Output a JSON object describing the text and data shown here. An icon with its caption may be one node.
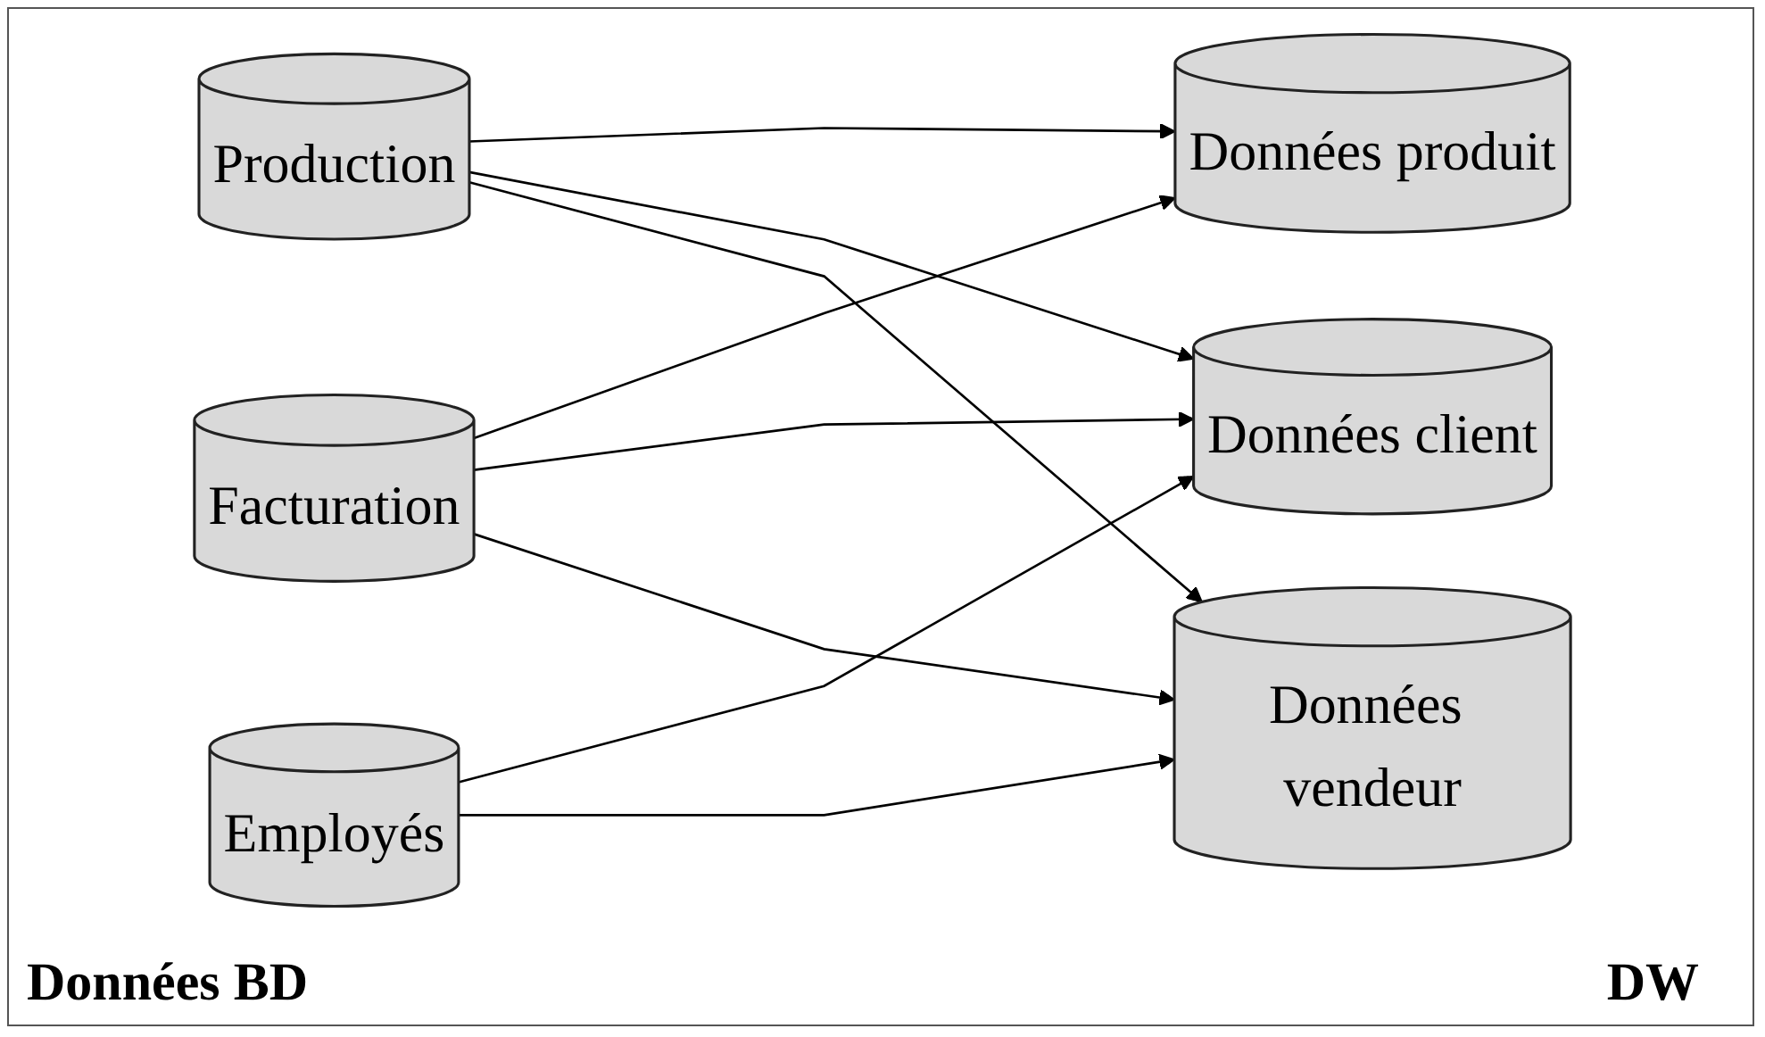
{
  "diagram": {
    "nodes": [
      {
        "text": [
          "Production"
        ]
      },
      {
        "text": [
          "Employés"
        ]
      },
      {
        "text": [
          "Facturation"
        ]
      },
      {
        "text": [
          "Données produit"
        ]
      },
      {
        "text": [
          "Données client"
        ]
      },
      {
        "text": [
          "Données vendeur"
        ]
      }
    ],
    "edges": [
      {
        "from": 0,
        "to": 3,
        "arrow": "to"
      },
      {
        "from": 0,
        "to": 4,
        "arrow": "to"
      },
      {
        "from": 0,
        "to": 5,
        "arrow": "to"
      },
      {
        "from": 1,
        "to": 4,
        "arrow": "to"
      },
      {
        "from": 1,
        "to": 5,
        "arrow": "to"
      },
      {
        "from": 2,
        "to": 3,
        "arrow": "to"
      },
      {
        "from": 2,
        "to": 4,
        "arrow": "to"
      },
      {
        "from": 2,
        "to": 5,
        "arrow": "to"
      }
    ],
    "labels": [
      "Données BD",
      "DW"
    ]
  }
}
